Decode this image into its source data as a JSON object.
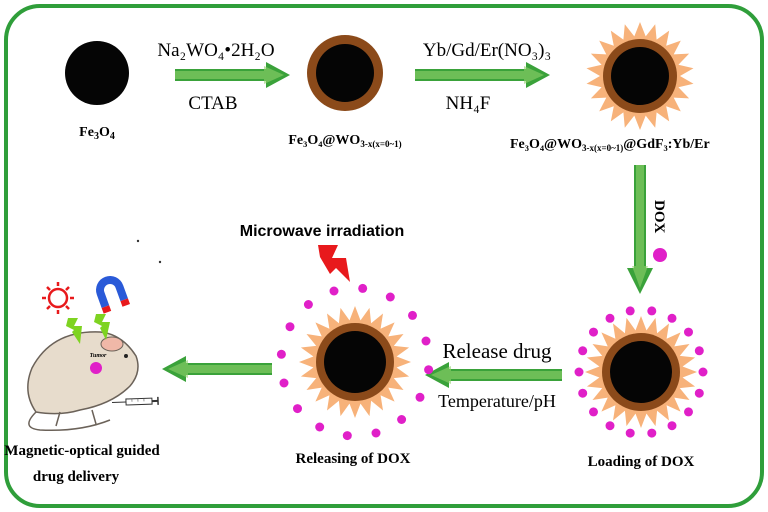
{
  "colors": {
    "frame": "#2f9e3a",
    "arrow": "#3aa23a",
    "arrow_light": "#8fd06a",
    "core": "#050505",
    "shell": "#8b4a1a",
    "spikes": "#f7b27a",
    "dox": "#e020c8",
    "bolt": "#e8191c",
    "bolt_small": "#7ed321",
    "mouse_body": "#e7dccc",
    "mouse_outline": "#6b6259",
    "mouse_ear": "#f0b8a8",
    "sun": "#e8191c"
  },
  "steps": {
    "fe3o4": {
      "base": "Fe",
      "sub1": "3",
      "mid": "O",
      "sub2": "4"
    },
    "wo3": {
      "main": "Fe₃O₄@WO",
      "sub": "3-x(x=0~1)"
    },
    "gdf3": {
      "main1": "Fe₃O₄@WO",
      "sub": "3-x(x=0~1)",
      "main2": "@GdF₃:Yb/Er"
    },
    "loading": "Loading of DOX",
    "releasing": "Releasing of DOX",
    "delivery_line1": "Magnetic-optical guided",
    "delivery_line2": "drug delivery"
  },
  "arrows": {
    "a1_top": "Na₂WO₄•2H₂O",
    "a1_bottom": "CTAB",
    "a2_top": "Yb/Gd/Er(NO₃)₃",
    "a2_bottom": "NH₄F",
    "a3_label": "DOX",
    "a4_top": "Release drug",
    "a4_bottom": "Temperature/pH"
  },
  "annotations": {
    "microwave": "Microwave irradiation",
    "tumor": "Tumor"
  },
  "icons": {
    "bolt": "lightning-bolt-icon",
    "magnet": "magnet-icon",
    "sun": "sun-icon",
    "syringe": "syringe-icon",
    "mouse": "mouse-icon"
  }
}
